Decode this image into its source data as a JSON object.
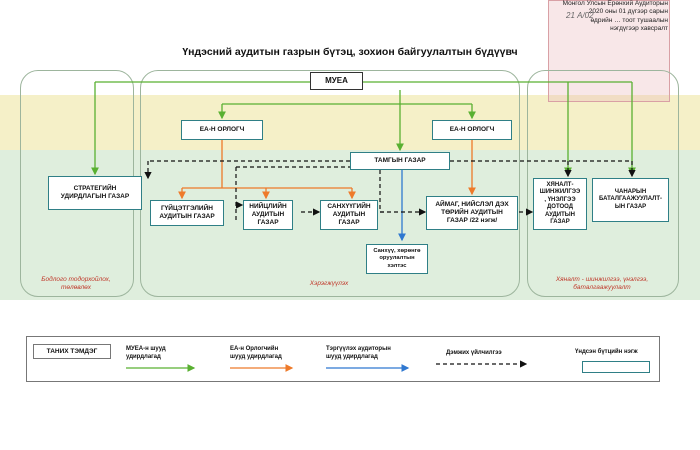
{
  "stamp": {
    "line1": "Монгол Улсын Ерөнхий Аудиторын",
    "line2": "2020 оны 01 дүгээр сарын",
    "line3": "өдрийн … тоот тушаалын",
    "line4": "нэгдүгээр хавсралт",
    "handwritten": "21  А/02"
  },
  "title": "Үндэсний аудитын газрын бүтэц, зохион байгуулалтын бүдүүвч",
  "nodes": {
    "muea": "МУЕА",
    "ea_left": "ЕА-Н ОРЛОГЧ",
    "ea_right": "ЕА-Н ОРЛОГЧ",
    "tamgyn": "ТАМГЫН ГАЗАР",
    "strategy": "СТРАТЕГИЙН\nУДИРДЛАГЫН ГАЗАР",
    "guitsetgeliin": "ГҮЙЦЭТГЭЛИЙН\nАУДИТЫН ГАЗАР",
    "niitiin": "НИЙЦЛИЙН\nАУДИТЫН\nГАЗАР",
    "sankhuugiin": "САНХҮҮГИЙН\nАУДИТЫН\nГАЗАР",
    "aimag": "АЙМАГ, НИЙСЛЭЛ ДЭХ\nТӨРИЙН АУДИТЫН\nГАЗАР /22 нэгж/",
    "sankhuu_sub": "Санхүү, хөрөнгө\nоруулалтын\nхэлтэс",
    "khyanalt": "ХЯНАЛТ-\nШИНЖИЛГЭЭ\n, ҮНЭЛГЭЭ\nДОТООД\nАУДИТЫН\nГАЗАР",
    "chanaryn": "ЧАНАРЫН\nБАТАЛГААЖУУЛАЛТ-\nЫН ГАЗАР"
  },
  "regions": {
    "left_label": "Бодлого тодорхойлох,\nтөлөвлөх",
    "center_label": "Хэрэгжүүлэх",
    "right_label": "Хяналт - шинжилгээ, үнэлгээ,\nбаталгаажуулалт"
  },
  "legend": {
    "title": "ТАНИХ ТЭМДЭГ",
    "item1": "МУЕА-н шууд\nудирдлагад",
    "item2": "ЕА-н Орлогчийн\nшууд удирдлагад",
    "item3": "Тэргүүлэх аудиторын\nшууд удирдлагад",
    "item4": "Дэмжих үйлчилгээ",
    "item5": "Үндсэн бүтцийн нэгж"
  },
  "colors": {
    "green": "#59b031",
    "orange": "#ee7a2a",
    "blue": "#2f78d0",
    "black": "#111111",
    "box_border": "#2f7f86"
  }
}
